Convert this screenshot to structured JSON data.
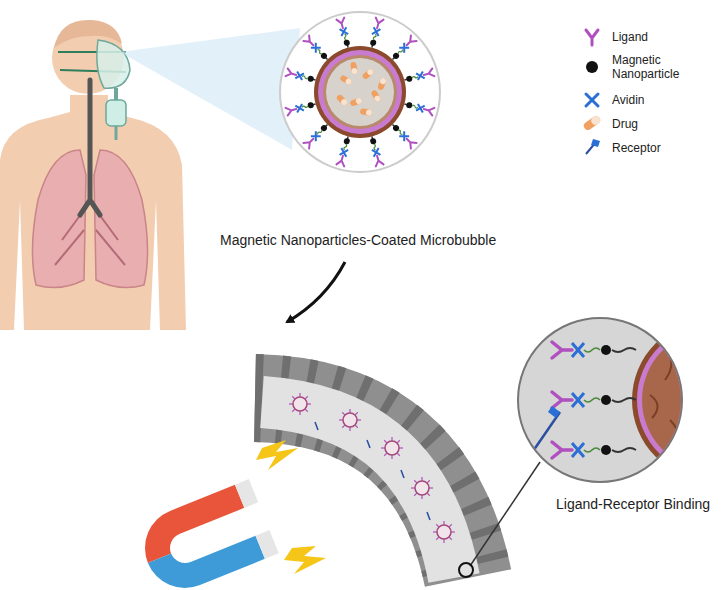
{
  "diagram": {
    "labels": [
      "Magnetic Nanoparticles-Coated Microbubble",
      "Ligand-Receptor Binding"
    ],
    "legend": [
      {
        "text": "Ligand"
      },
      {
        "text": "Magnetic Nanoparticle"
      },
      {
        "text": "Avidin"
      },
      {
        "text": "Drug"
      },
      {
        "text": "Receptor"
      }
    ]
  }
}
